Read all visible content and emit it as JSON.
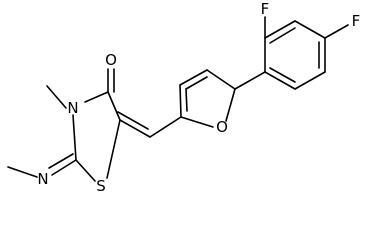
{
  "atoms": {
    "f_top": "F",
    "f_right": "F",
    "o_furan": "O",
    "o_carbonyl": "O",
    "n_ring": "N",
    "s_ring": "S",
    "n_imine": "N"
  }
}
